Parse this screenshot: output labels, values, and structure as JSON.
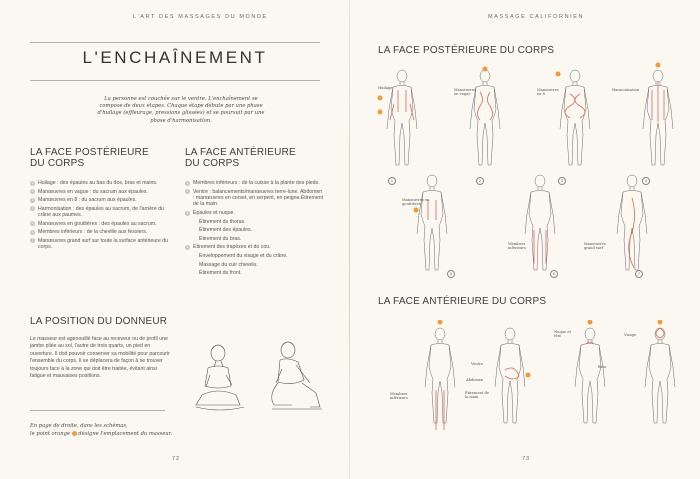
{
  "left_page": {
    "running_head": "L'ART DES MASSAGES DU MONDE",
    "title": "L'ENCHAÎNEMENT",
    "intro": "La personne est couchée sur le ventre. L'enchaînement se compose de deux étapes. Chaque étape débute par une phase d'huilage (effleurage, pressions glissées) et se poursuit par une phase d'harmonisation.",
    "posterior": {
      "heading_line1": "LA FACE POSTÉRIEURE",
      "heading_line2": "DU CORPS",
      "items": [
        {
          "n": "1",
          "text": "Huilage : des épaules au bas du dos, bras et mains."
        },
        {
          "n": "2",
          "text": "Manœuvres en vague : du sacrum aux épaules."
        },
        {
          "n": "3",
          "text": "Manœuvres en 8 : du sacrum aux épaules."
        },
        {
          "n": "4",
          "text": "Harmonisation : des épaules au sacrum, de l'arrière du crâne aux paumes."
        },
        {
          "n": "5",
          "text": "Manœuvres en gouttières : des épaules au sacrum."
        },
        {
          "n": "6",
          "text": "Membres inférieurs : de la cheville aux fessiers."
        },
        {
          "n": "7",
          "text": "Manœuvres grand surf sur toute la surface antérieure du corps."
        }
      ]
    },
    "anterior": {
      "heading_line1": "LA FACE ANTÉRIEURE",
      "heading_line2": "DU CORPS",
      "items": [
        {
          "n": "1",
          "text": "Membres inférieurs : de la cuisse à la plante des pieds."
        },
        {
          "n": "2",
          "text": "Ventre : balancements/manœuvres terre-lune. Abdomen : manœuvres en corset, en serpent, en peigne.Étirement de la main."
        },
        {
          "n": "3",
          "text": "Épaules et nuque."
        },
        {
          "n": "",
          "text": "Étirement du thorax."
        },
        {
          "n": "",
          "text": "Étirement des épaules."
        },
        {
          "n": "",
          "text": "Étirement du bras."
        },
        {
          "n": "4",
          "text": "Étirement des trapèzes et du cou."
        },
        {
          "n": "",
          "text": "Enveloppement du visage et du crâne."
        },
        {
          "n": "",
          "text": "Massage du cuir chevelu."
        },
        {
          "n": "",
          "text": "Étirement du front."
        }
      ]
    },
    "position": {
      "heading": "LA POSITION DU DONNEUR",
      "text": "Le masseur est agenouillé face au receveur ou de profil une jambe pliée au sol, l'autre de trois quarts, un pied en ouverture. Il doit pouvoir conserver sa mobilité pour parcourir l'ensemble du corps. Il se déplacera de façon à se trouver toujours face à la zone qui doit être traitée, évitant ainsi fatigue et mauvaises positions."
    },
    "note_line1": "En page de droite, dans les schémas,",
    "note_line2_a": "le point orange",
    "note_line2_b": "désigne l'emplacement du masseur.",
    "folio": "72"
  },
  "right_page": {
    "running_head": "MASSAGE CALIFORNIEN",
    "posterior_heading": "LA FACE POSTÉRIEURE DU CORPS",
    "posterior_labels": {
      "huilage": "Huilage",
      "vague": "Manœuvres en vague",
      "en8": "Manœuvres en 8",
      "harmonisation": "Harmonisation",
      "gouttieres": "Manœuvres en gouttières",
      "membres": "Membres inférieurs",
      "surf": "Manœuvres grand surf"
    },
    "posterior_numbers": [
      "1",
      "2",
      "3",
      "4",
      "5",
      "6",
      "7"
    ],
    "anterior_heading": "LA FACE ANTÉRIEURE DU CORPS",
    "anterior_labels": {
      "membres": "Membres inférieurs",
      "ventre": "Ventre",
      "abdomen": "Abdomen",
      "etirement_main": "Étirement de la main",
      "nuque": "Nuque et tête",
      "bras": "Bras",
      "visage": "Visage"
    },
    "folio": "73"
  },
  "colors": {
    "accent": "#f09a38",
    "stroke": "#d96a5a",
    "text": "#3a3a3a"
  }
}
